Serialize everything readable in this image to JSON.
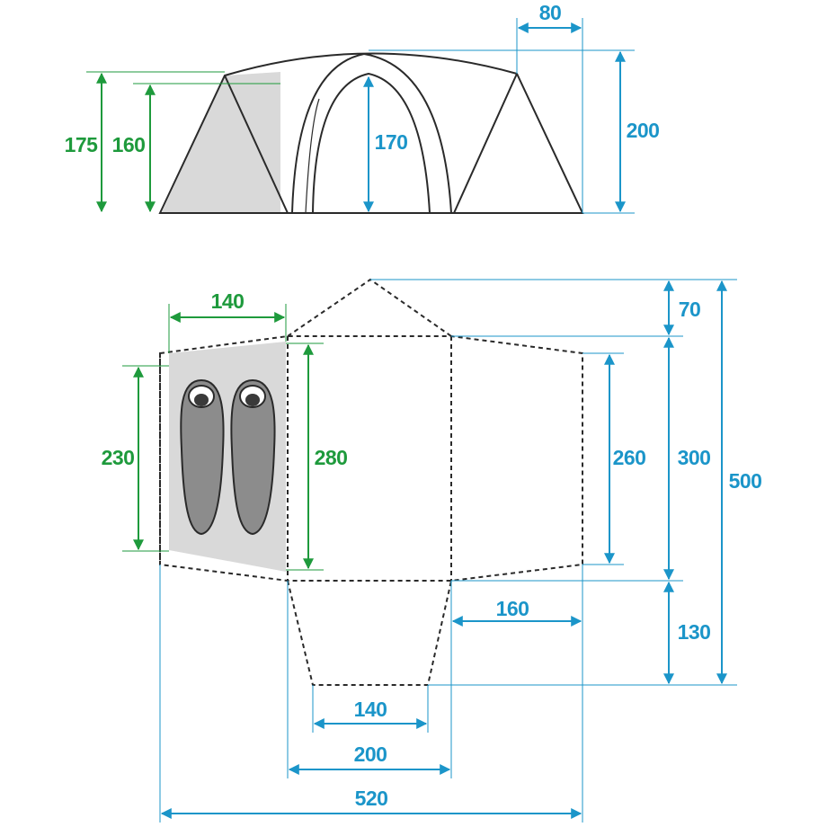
{
  "colors": {
    "green": "#1e9a3c",
    "blue": "#1b95c9",
    "outline": "#2a2a2a",
    "sleeping_area": "#d9d9d9",
    "sleeping_bag": "#8c8c8c"
  },
  "side_view": {
    "dim_175": "175",
    "dim_160": "160",
    "dim_170": "170",
    "dim_200": "200",
    "dim_80": "80"
  },
  "floor_plan": {
    "dim_140_top": "140",
    "dim_230": "230",
    "dim_280": "280",
    "dim_260": "260",
    "dim_70": "70",
    "dim_300": "300",
    "dim_500": "500",
    "dim_130": "130",
    "dim_160": "160",
    "dim_140_bottom": "140",
    "dim_200": "200",
    "dim_520": "520"
  }
}
